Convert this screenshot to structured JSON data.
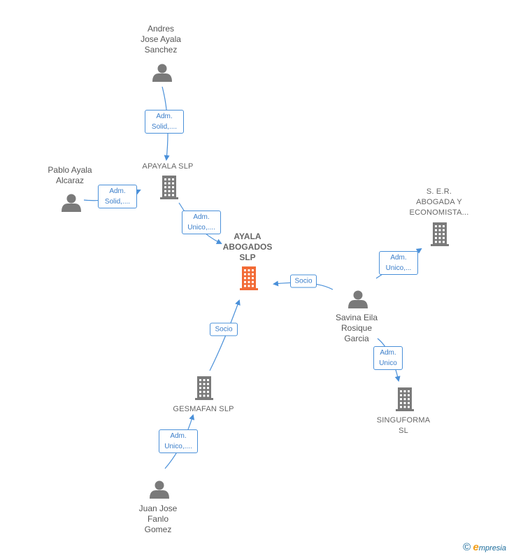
{
  "colors": {
    "edge": "#4a90d9",
    "person": "#7a7a7a",
    "company": "#7a7a7a",
    "main_company": "#f26b36",
    "edge_text": "#3a7dc9"
  },
  "nodes": [
    {
      "id": "andres",
      "kind": "person",
      "label": "Andres\nJose Ayala\nSanchez"
    },
    {
      "id": "apayala",
      "kind": "company",
      "label": "APAYALA  SLP"
    },
    {
      "id": "pablo",
      "kind": "person",
      "label": "Pablo Ayala\nAlcaraz"
    },
    {
      "id": "ayala",
      "kind": "main",
      "label": "AYALA\nABOGADOS\nSLP"
    },
    {
      "id": "ser",
      "kind": "company",
      "label": "S. E.R.\nABOGADA Y\nECONOMISTA..."
    },
    {
      "id": "savina",
      "kind": "person",
      "label": "Savina Eila\nRosique\nGarcia"
    },
    {
      "id": "gesmafan",
      "kind": "company",
      "label": "GESMAFAN  SLP"
    },
    {
      "id": "singuforma",
      "kind": "company",
      "label": "SINGUFORMA\nSL"
    },
    {
      "id": "juan",
      "kind": "person",
      "label": "Juan Jose\nFanlo\nGomez"
    }
  ],
  "edges": [
    {
      "id": "andres-apayala",
      "label": "Adm.\nSolid,...."
    },
    {
      "id": "pablo-apayala",
      "label": "Adm.\nSolid,...."
    },
    {
      "id": "apayala-ayala",
      "label": "Adm.\nUnico,...."
    },
    {
      "id": "savina-ayala",
      "label": "Socio"
    },
    {
      "id": "savina-ser",
      "label": "Adm.\nUnico,..."
    },
    {
      "id": "savina-singuforma",
      "label": "Adm.\nUnico"
    },
    {
      "id": "gesmafan-ayala",
      "label": "Socio"
    },
    {
      "id": "juan-gesmafan",
      "label": "Adm.\nUnico,...."
    }
  ],
  "footer": {
    "copyright_symbol": "©",
    "brand_e": "e",
    "brand_rest": "mpresia"
  }
}
